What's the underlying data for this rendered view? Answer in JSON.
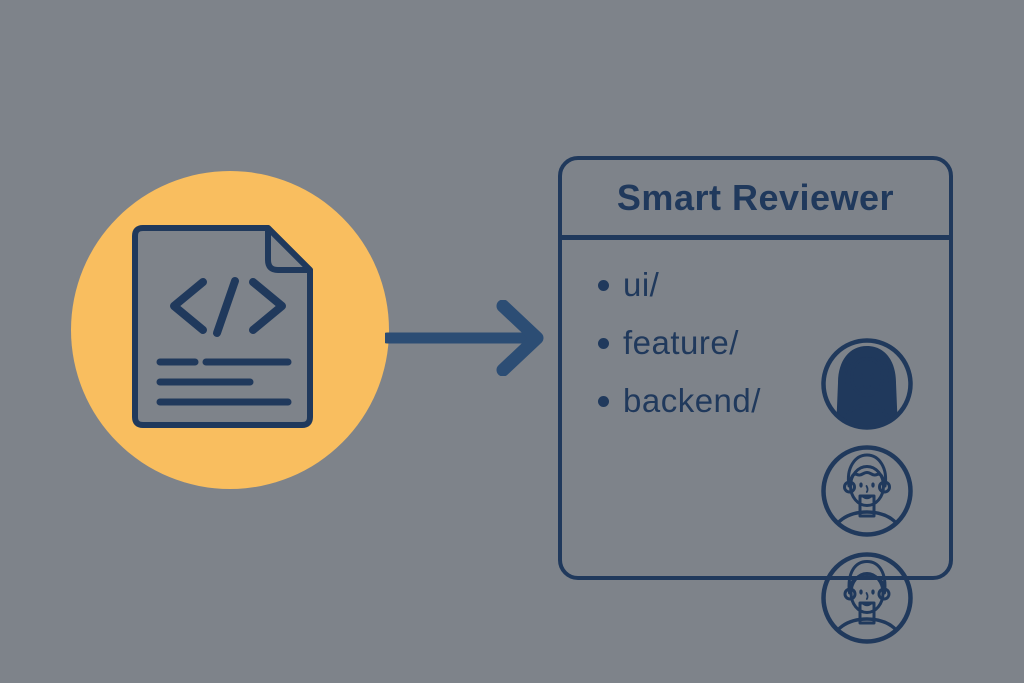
{
  "background_color": "#7E838A",
  "colors": {
    "outline_navy": "#20395C",
    "arrow_navy": "#2C4D74",
    "circle_yellow": "#F9BE5F"
  },
  "source": {
    "icon": "code-file-icon",
    "badge_icon": "yellow-circle"
  },
  "arrow": {
    "icon": "arrow-right-icon",
    "direction": "right"
  },
  "panel": {
    "title": "Smart Reviewer",
    "items": [
      "ui/",
      "feature/",
      "backend/"
    ],
    "reviewers": [
      {
        "icon": "reviewer-avatar-woman",
        "hair": "#20395C",
        "skin": "#F5CEA6",
        "shirt": "#2F9C86"
      },
      {
        "icon": "reviewer-avatar-blond-man",
        "hair": "#F8C54F",
        "skin": "#F5CEA6",
        "shirt": "#F08A3C"
      },
      {
        "icon": "reviewer-avatar-dark-haired-man",
        "hair": "#20395C",
        "skin": "#C1945C",
        "shirt": "#5B93D8"
      }
    ]
  }
}
